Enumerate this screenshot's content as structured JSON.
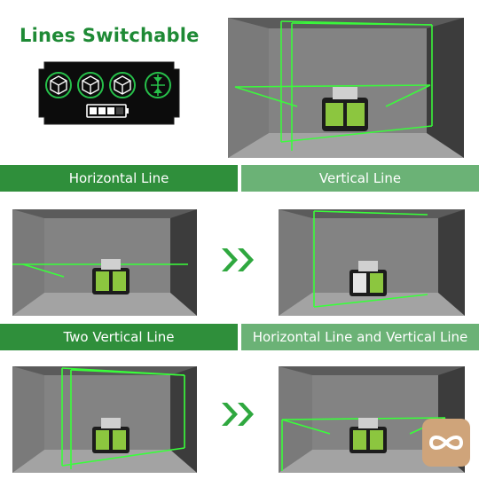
{
  "headline": "Lines Switchable",
  "banners": [
    {
      "label": "Horizontal Line"
    },
    {
      "label": "Vertical Line"
    },
    {
      "label": "Two Vertical Line"
    },
    {
      "label": "Horizontal Line and Vertical Line"
    }
  ],
  "panel_icons": [
    "cube-icon",
    "cube-icon",
    "cube-icon",
    "tilt-icon"
  ],
  "battery_level": 0.75,
  "colors": {
    "headline": "#1e8a35",
    "banner_dark": "#2f8f3b",
    "banner_light": "#6bb276",
    "laser": "#39ff3a",
    "chevron": "#2fa83f"
  },
  "icons": {
    "arrows": "chevrons-right-icon",
    "watermark": "infinity-icon"
  }
}
